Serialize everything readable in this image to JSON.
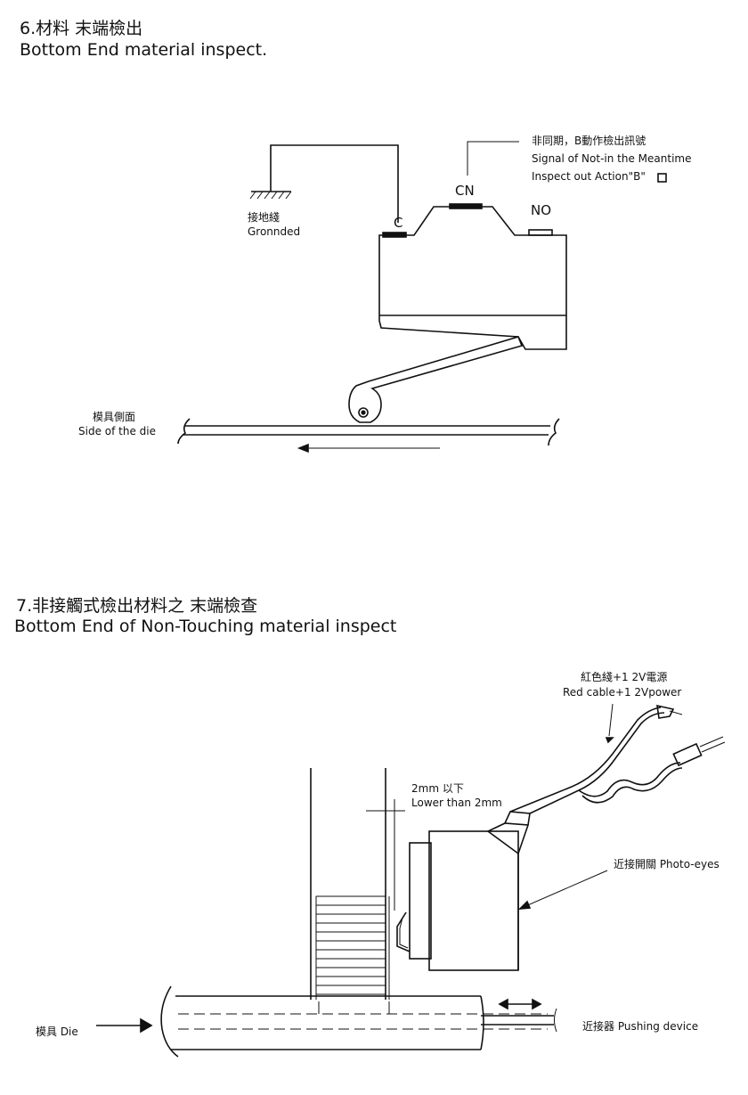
{
  "section6": {
    "title_zh": "6.材料 末端檢出",
    "title_en": "Bottom End material inspect.",
    "ground_zh": "接地綫",
    "ground_en": "Gronnded",
    "signal_zh": "非同期，B動作檢出訊號",
    "signal_en1": "Signal of Not-in the Meantime",
    "signal_en2": "Inspect out Action\"B\"",
    "terminal_c": "C",
    "terminal_cn": "CN",
    "terminal_no": "NO",
    "die_side_zh": "模具側面",
    "die_side_en": "Side of the  die"
  },
  "section7": {
    "title_zh": "7.非接觸式檢出材料之 末端檢查",
    "title_en": "Bottom End of Non-Touching material inspect",
    "red_cable_zh": "紅色綫+1  2V電源",
    "red_cable_en": "Red cable+1  2Vpower",
    "gap_zh": "2mm 以下",
    "gap_en": "Lower than 2mm",
    "photo_eyes": "近接開關 Photo-eyes",
    "die": "模具 Die",
    "pushing": "近接器 Pushing device"
  }
}
